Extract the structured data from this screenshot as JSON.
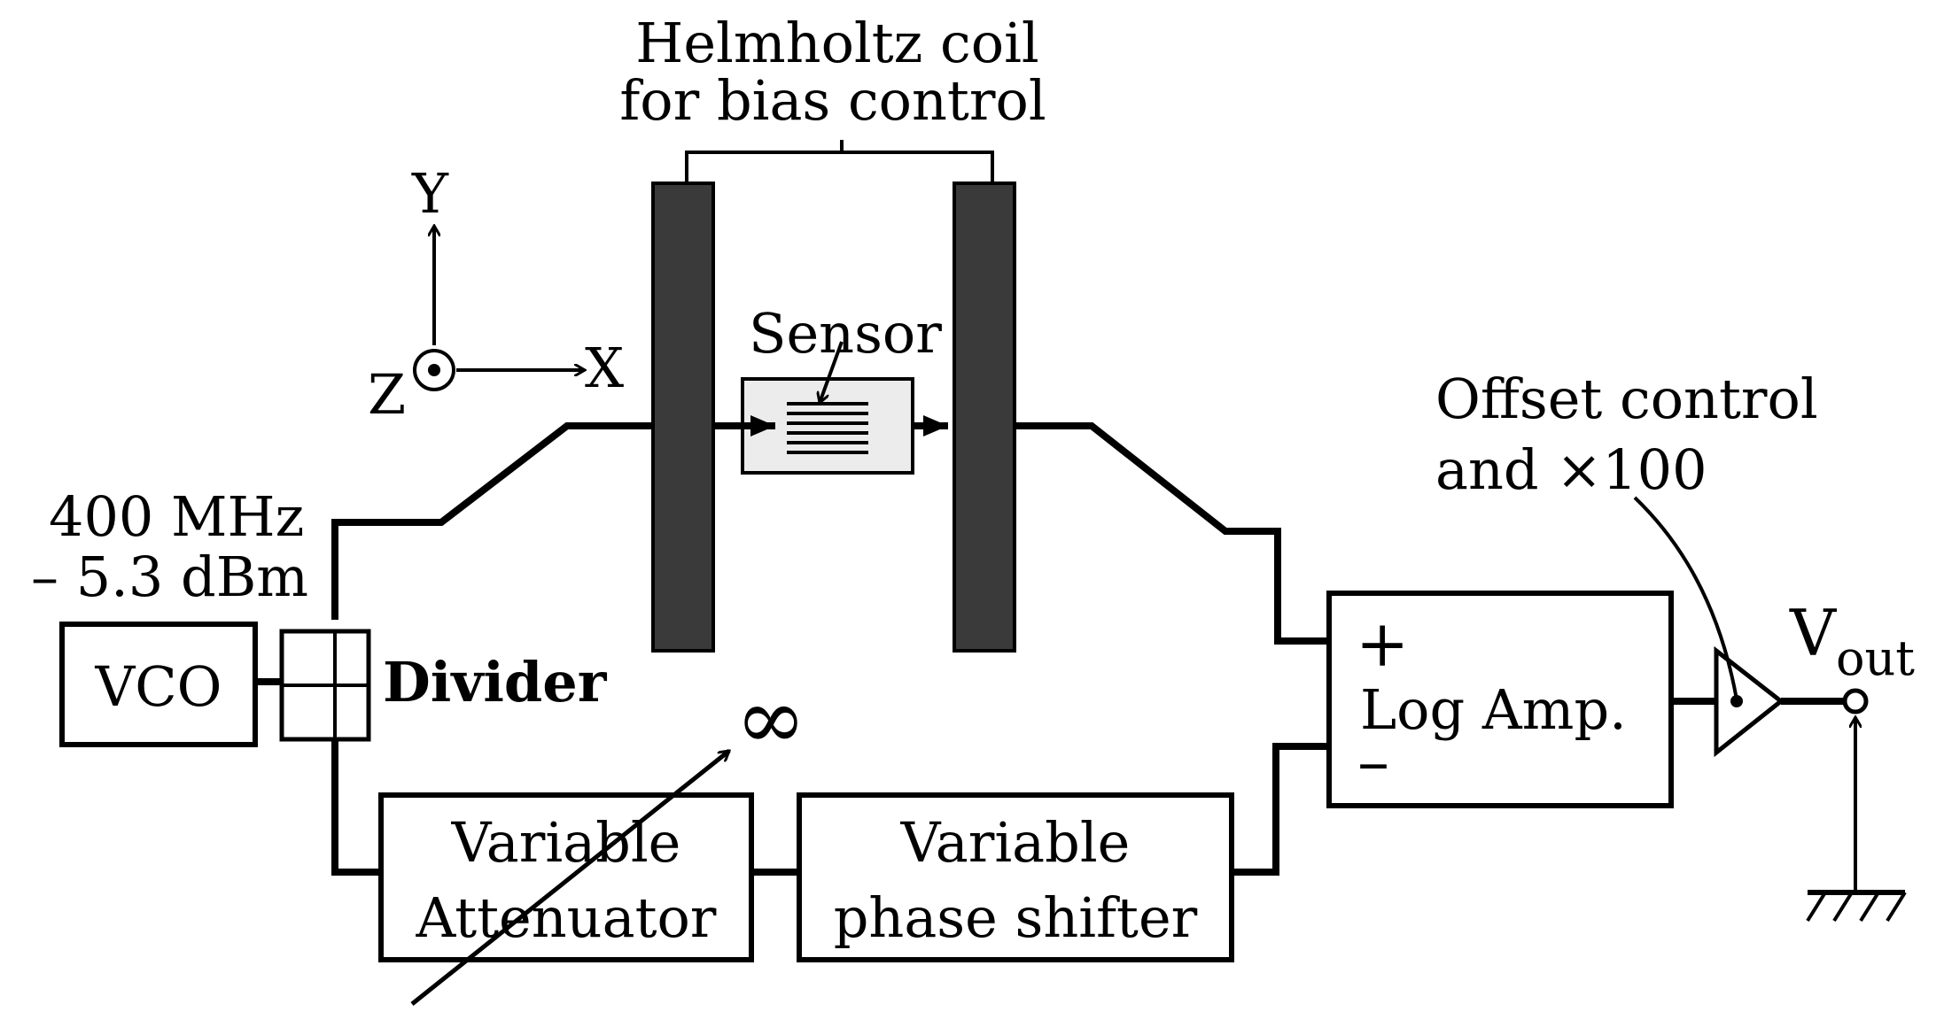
{
  "helmholtz": {
    "label_line1": "Helmholtz coil",
    "label_line2": "for bias control",
    "coil_color": "#3a3a3a"
  },
  "axes": {
    "x": "X",
    "y": "Y",
    "z": "Z"
  },
  "sensor": {
    "label": "Sensor",
    "fill": "#ececec"
  },
  "source": {
    "freq": "400 MHz",
    "power": "– 5.3 dBm"
  },
  "vco": {
    "label": "VCO"
  },
  "divider": {
    "label": "Divider"
  },
  "infinity": {
    "symbol": "∞"
  },
  "attenuator": {
    "line1": "Variable",
    "line2": "Attenuator"
  },
  "phase_shifter": {
    "line1": "Variable",
    "line2": "phase shifter"
  },
  "log_amp": {
    "label": "Log Amp.",
    "plus": "+",
    "minus": "–"
  },
  "offset": {
    "line1": "Offset control",
    "line2": "and ×100"
  },
  "vout": {
    "main": "V",
    "sub": "out"
  }
}
